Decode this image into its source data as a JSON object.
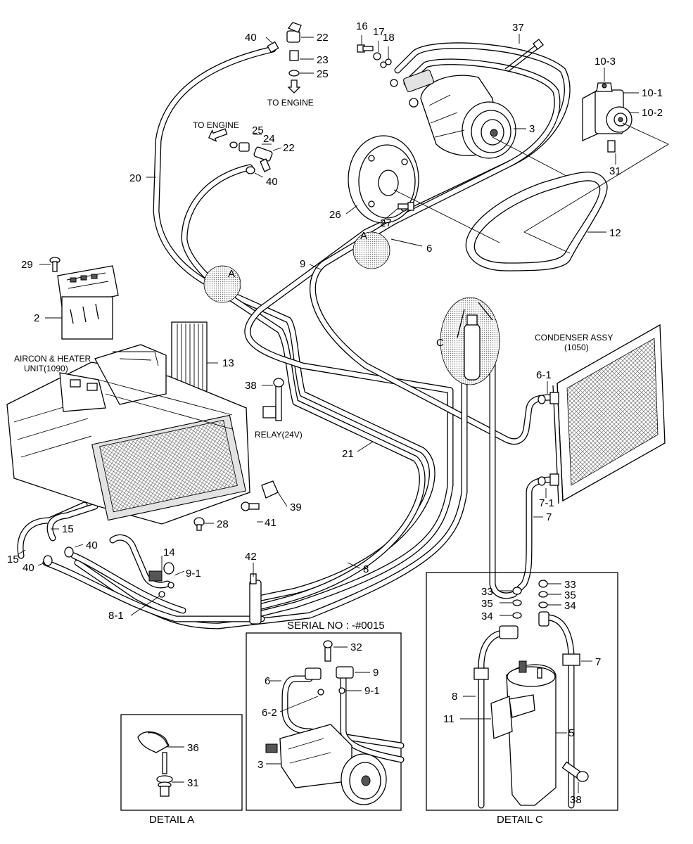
{
  "callouts": {
    "c40a": "40",
    "c22a": "22",
    "c23": "23",
    "c25a": "25",
    "c16": "16",
    "c17": "17",
    "c18": "18",
    "c37": "37",
    "c10_3": "10-3",
    "c10_1": "10-1",
    "c10_2": "10-2",
    "c3": "3",
    "c25b": "25",
    "c24": "24",
    "c22b": "22",
    "c40b": "40",
    "c20": "20",
    "c31": "31",
    "c12": "12",
    "c26": "26",
    "c27": "27",
    "c6": "6",
    "c9": "9",
    "c29": "29",
    "c2": "2",
    "c13": "13",
    "c38": "38",
    "c6_1": "6-1",
    "c21": "21",
    "c7_1": "7-1",
    "c7": "7",
    "c39": "39",
    "c41": "41",
    "c28": "28",
    "c15a": "15",
    "c15b": "15",
    "c40c": "40",
    "c40d": "40",
    "c14": "14",
    "c42": "42",
    "c9_1": "9-1",
    "c8_1": "8-1",
    "c8": "8"
  },
  "detail_markers": {
    "a1": "A",
    "a2": "A",
    "c": "C"
  },
  "labels": {
    "to_engine_1": "TO ENGINE",
    "to_engine_2": "TO ENGINE",
    "aircon_line1": "AIRCON & HEATER",
    "aircon_line2": "UNIT(1090)",
    "relay": "RELAY(24V)",
    "condenser_line1": "CONDENSER ASSY",
    "condenser_line2": "(1050)"
  },
  "serial_box": {
    "title": "SERIAL NO : -#0015",
    "c32": "32",
    "c9": "9",
    "c6": "6",
    "c9_1": "9-1",
    "c6_2": "6-2",
    "c3": "3"
  },
  "detail_a": {
    "caption": "DETAIL A",
    "c36": "36",
    "c31": "31"
  },
  "detail_c": {
    "caption": "DETAIL C",
    "c33a": "33",
    "c35a": "35",
    "c34a": "34",
    "c33b": "33",
    "c35b": "35",
    "c34b": "34",
    "c7": "7",
    "c8": "8",
    "c11": "11",
    "c5": "5",
    "c38": "38"
  }
}
